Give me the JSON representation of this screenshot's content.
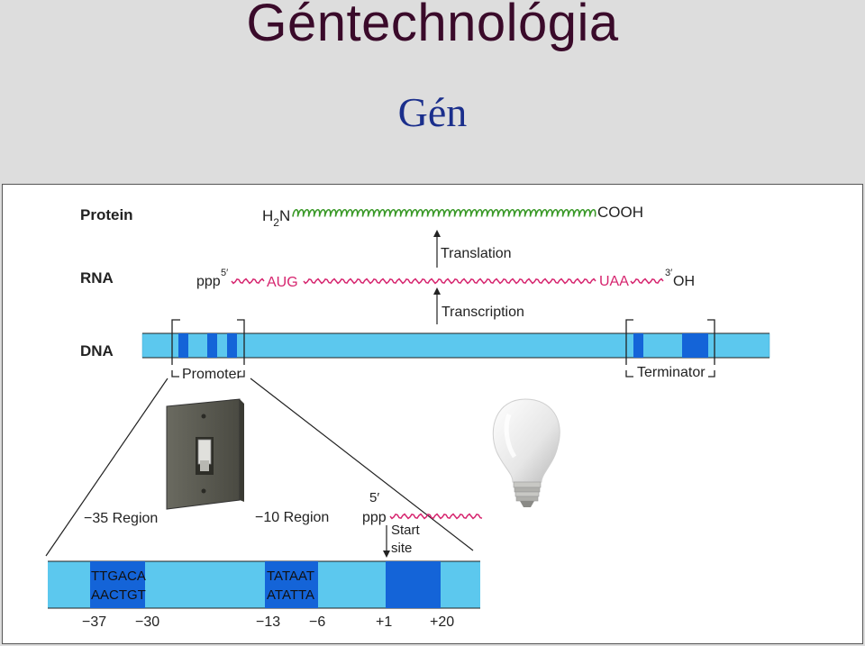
{
  "header": {
    "title": "Géntechnológia",
    "subtitle": "Gén"
  },
  "diagram": {
    "row_labels": {
      "protein": "Protein",
      "rna": "RNA",
      "dna": "DNA"
    },
    "protein": {
      "n_terminus": "H",
      "n_subscript": "2",
      "n_suffix": "N",
      "c_terminus": "COOH"
    },
    "rna": {
      "five_prime_ppp": "ppp",
      "five_prime": "5′",
      "start_codon": "AUG",
      "stop_codon": "UAA",
      "three_prime": "3′",
      "three_prime_oh": "OH"
    },
    "arrows": {
      "translation": "Translation",
      "transcription": "Transcription"
    },
    "dna": {
      "promoter": "Promoter",
      "terminator": "Terminator"
    },
    "promoter_detail": {
      "region_minus35": "−35 Region",
      "region_minus10": "−10 Region",
      "five_prime": "5′",
      "ppp": "ppp",
      "start_line1": "Start",
      "start_line2": "site",
      "box35_line1": "TTGACA",
      "box35_line2": "AACTGT",
      "box10_line1": "TATAAT",
      "box10_line2": "ATATTA",
      "positions": [
        "−37",
        "−30",
        "−13",
        "−6",
        "+1",
        "+20"
      ]
    }
  },
  "colors": {
    "title": "#3a0a2a",
    "subtitle": "#1b2f8c",
    "dna_light": "#5cc8ee",
    "dna_dark": "#1464d8",
    "rna_magenta": "#d6246e",
    "protein_green": "#3c9a2a"
  },
  "illustrations": {
    "switch": "light-switch-icon",
    "bulb": "light-bulb-icon"
  }
}
